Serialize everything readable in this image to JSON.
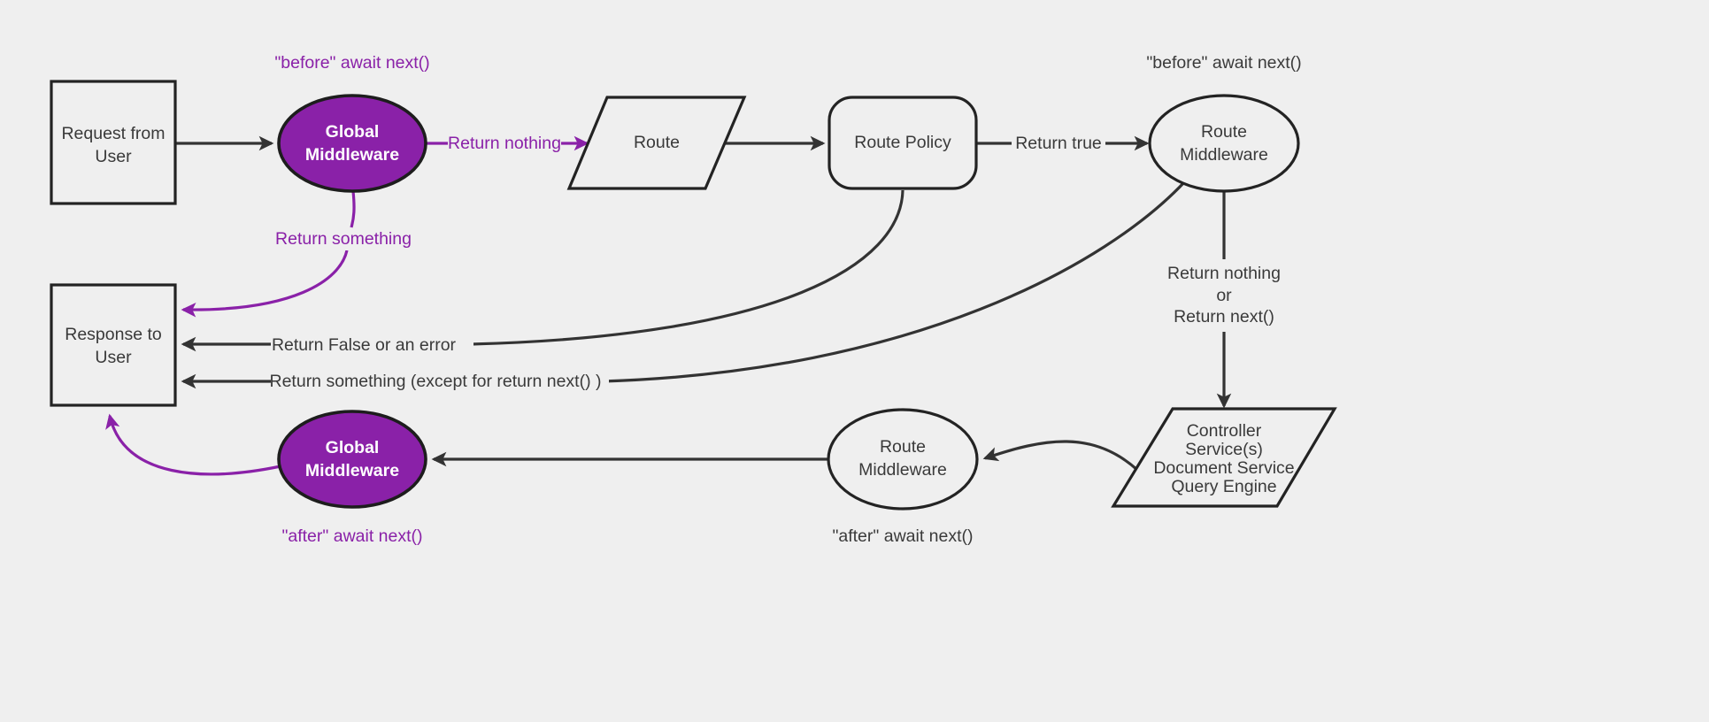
{
  "diagram": {
    "title": "Request / Middleware / Response lifecycle flow",
    "background_color": "#efefef",
    "accent_color": "#8a21a8",
    "line_color": "#333333",
    "text_color": "#3a3a3a"
  },
  "nodes": {
    "request_from_user": {
      "line1": "Request from",
      "line2": "User",
      "shape": "rectangle"
    },
    "global_middleware_top": {
      "line1": "Global",
      "line2": "Middleware",
      "shape": "ellipse",
      "fill": "#8a21a8"
    },
    "route": {
      "line1": "Route",
      "shape": "parallelogram"
    },
    "route_policy": {
      "line1": "Route Policy",
      "shape": "rounded-rectangle"
    },
    "route_middleware_top": {
      "line1": "Route",
      "line2": "Middleware",
      "shape": "ellipse"
    },
    "response_to_user": {
      "line1": "Response to",
      "line2": "User",
      "shape": "rectangle"
    },
    "global_middleware_bottom": {
      "line1": "Global",
      "line2": "Middleware",
      "shape": "ellipse",
      "fill": "#8a21a8"
    },
    "route_middleware_bottom": {
      "line1": "Route",
      "line2": "Middleware",
      "shape": "ellipse"
    },
    "controller_services": {
      "line1": "Controller",
      "line2": "Service(s)",
      "line3": "Document Service",
      "line4": "Query Engine",
      "shape": "parallelogram"
    }
  },
  "edge_labels": {
    "return_nothing": "Return nothing",
    "return_true": "Return true",
    "return_something_top": "Return something",
    "return_false_or_error": "Return False or an error",
    "return_something_except": "Return something (except for return next() )",
    "route_mw_out_line1": "Return nothing",
    "route_mw_out_line2": "or",
    "route_mw_out_line3": "Return next()"
  },
  "annotations": {
    "before_await_next_left": "\"before\" await next()",
    "before_await_next_right": "\"before\" await next()",
    "after_await_next_left": "\"after\" await next()",
    "after_await_next_right": "\"after\" await next()"
  }
}
